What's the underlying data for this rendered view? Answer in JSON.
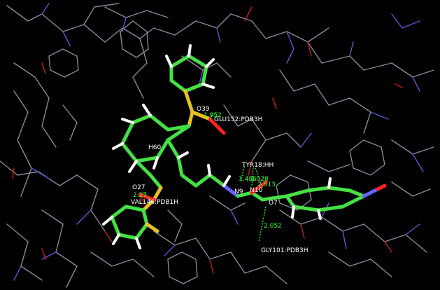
{
  "colors": {
    "background": "#000000",
    "protein_carbon": "#8a8a96",
    "protein_nitrogen": "#5a5ad2",
    "protein_oxygen": "#c81e1e",
    "ligand_carbon": "#44e044",
    "ligand_hydrogen": "#ffffff",
    "ligand_nitrogen": "#6464ff",
    "ligand_oxygen": "#ff2020",
    "ligand_sulfur": "#e8c020",
    "hbond": "#33ff33",
    "label_text": "#ffffff",
    "distance_text": "#33ff33"
  },
  "atom_labels": [
    {
      "id": "o39",
      "text": "O39"
    },
    {
      "id": "glu152",
      "text": "GLU152:PDB3H"
    },
    {
      "id": "h60",
      "text": "H60"
    },
    {
      "id": "tyr18",
      "text": "TYR18:HH"
    },
    {
      "id": "n9",
      "text": "N9"
    },
    {
      "id": "n10",
      "text": "N10"
    },
    {
      "id": "o7",
      "text": "O7"
    },
    {
      "id": "o27",
      "text": "O27"
    },
    {
      "id": "val146",
      "text": "VAL146:PDB1H"
    },
    {
      "id": "gly101",
      "text": "GLY101:PDB3H"
    }
  ],
  "distance_labels": [
    {
      "id": "d_glu152",
      "text": "1.952"
    },
    {
      "id": "d_tyr_a",
      "text": "1.486"
    },
    {
      "id": "d_tyr_b",
      "text": "2.028"
    },
    {
      "id": "d_tyr_c",
      "text": "2.513"
    },
    {
      "id": "d_val146",
      "text": "2.27"
    },
    {
      "id": "d_gly101",
      "text": "2.052"
    }
  ]
}
